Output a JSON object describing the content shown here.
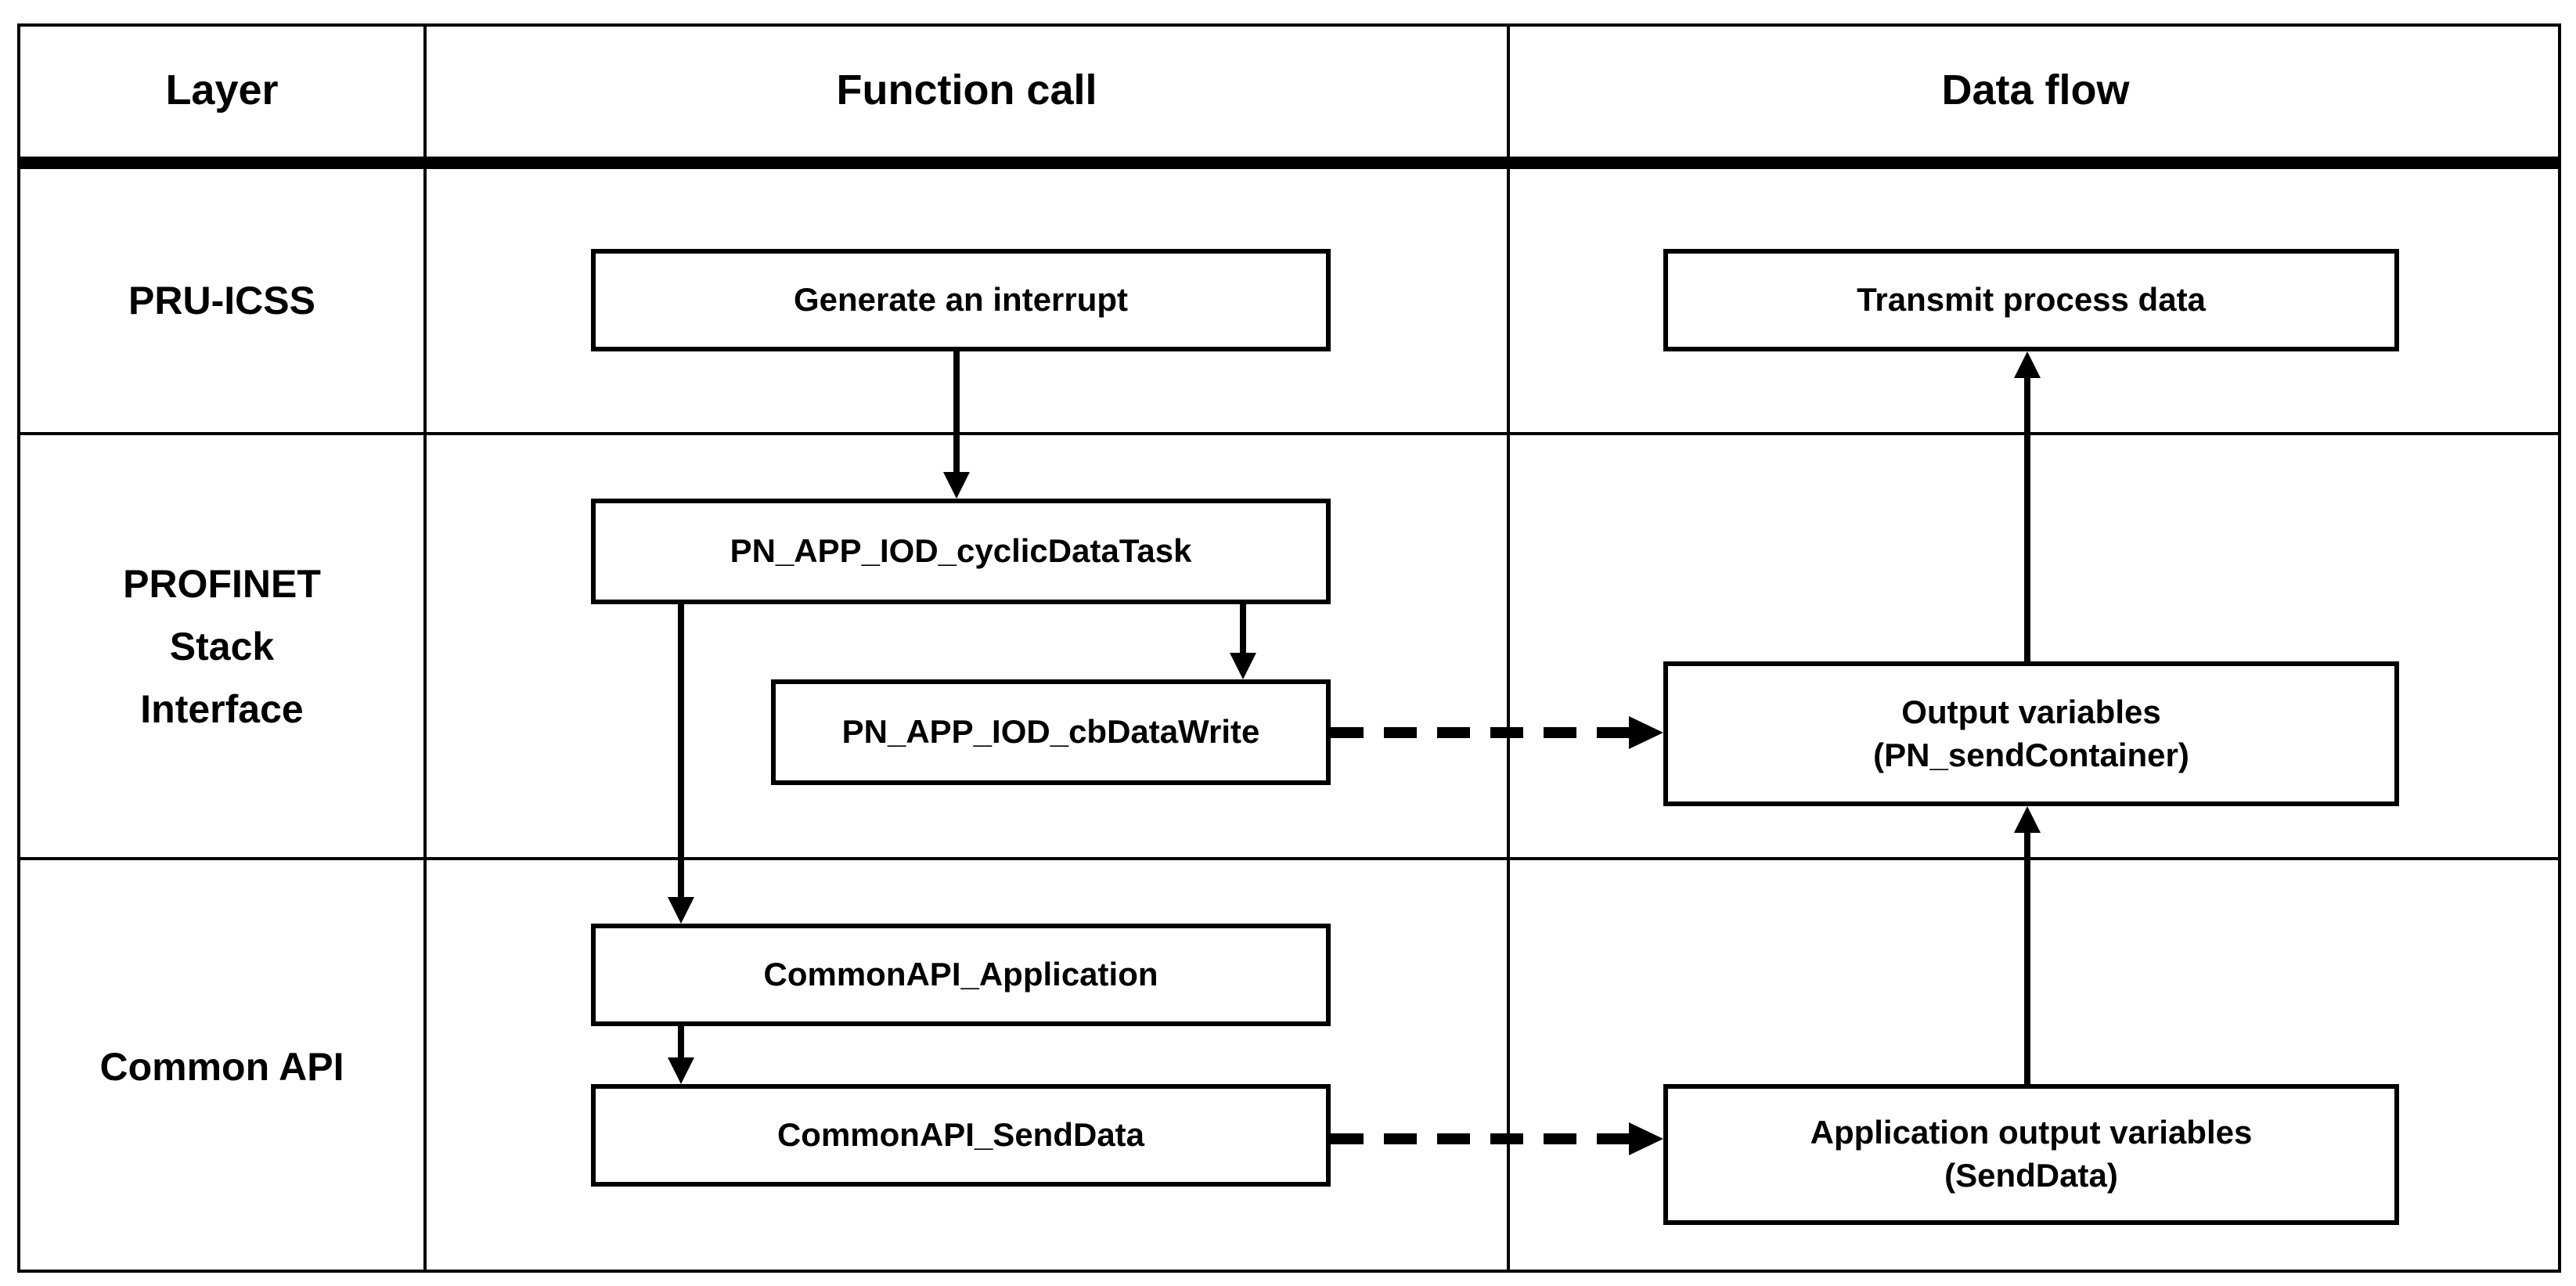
{
  "table": {
    "headers": [
      {
        "label": "Layer"
      },
      {
        "label": "Function call"
      },
      {
        "label": "Data flow"
      }
    ],
    "layers": [
      {
        "label": "PRU-ICSS"
      },
      {
        "label": "PROFINET\nStack\nInterface"
      },
      {
        "label": "Common API"
      }
    ]
  },
  "boxes": {
    "generate_interrupt": "Generate an interrupt",
    "transmit_process_data": "Transmit process data",
    "cyclic_data_task": "PN_APP_IOD_cyclicDataTask",
    "cb_data_write": "PN_APP_IOD_cbDataWrite",
    "output_variables": "Output variables\n(PN_sendContainer)",
    "common_api_application": "CommonAPI_Application",
    "common_api_send_data": "CommonAPI_SendData",
    "application_output_variables": "Application output variables\n(SendData)"
  },
  "connections": [
    {
      "from": "Generate an interrupt",
      "to": "PN_APP_IOD_cyclicDataTask",
      "style": "solid"
    },
    {
      "from": "PN_APP_IOD_cyclicDataTask",
      "to": "PN_APP_IOD_cbDataWrite",
      "style": "solid"
    },
    {
      "from": "PN_APP_IOD_cyclicDataTask",
      "to": "CommonAPI_Application",
      "style": "solid"
    },
    {
      "from": "PN_APP_IOD_cbDataWrite",
      "to": "Output variables (PN_sendContainer)",
      "style": "dashed"
    },
    {
      "from": "CommonAPI_Application",
      "to": "CommonAPI_SendData",
      "style": "solid"
    },
    {
      "from": "CommonAPI_SendData",
      "to": "Application output variables (SendData)",
      "style": "dashed"
    },
    {
      "from": "Application output variables (SendData)",
      "to": "Output variables (PN_sendContainer)",
      "style": "solid"
    },
    {
      "from": "Output variables (PN_sendContainer)",
      "to": "Transmit process data",
      "style": "solid"
    }
  ],
  "colors": {
    "line": "#000000",
    "background": "#ffffff"
  }
}
